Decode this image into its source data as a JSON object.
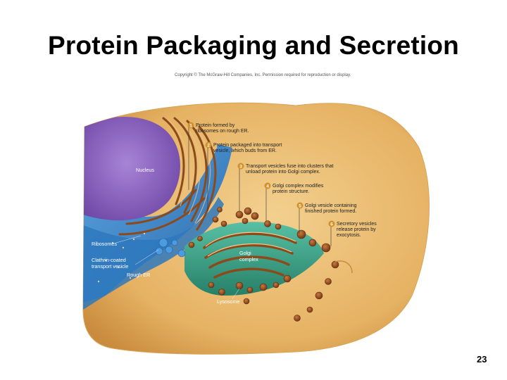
{
  "slide": {
    "title": "Protein Packaging and Secretion",
    "copyright": "Copyright © The McGraw-Hill Companies, Inc. Permission required for reproduction or display.",
    "page_number": "23"
  },
  "labels": {
    "nucleus": "Nucleus",
    "ribosomes": "Ribosomes",
    "clathrin_1": "Clathrin-coated",
    "clathrin_2": "transport vesicle",
    "rough_er": "Rough ER",
    "golgi_1": "Golgi",
    "golgi_2": "complex",
    "lysosome": "Lysosome"
  },
  "steps": [
    {
      "num": "1",
      "lines": [
        "Protein formed by",
        "ribosomes on rough ER."
      ]
    },
    {
      "num": "2",
      "lines": [
        "Protein packaged into transport",
        "vesicle, which buds from ER."
      ]
    },
    {
      "num": "3",
      "lines": [
        "Transport vesicles fuse into clusters that",
        "unload protein into Golgi complex."
      ]
    },
    {
      "num": "4",
      "lines": [
        "Golgi complex modifies",
        "protein structure."
      ]
    },
    {
      "num": "5",
      "lines": [
        "Golgi vesicle containing",
        "finished protein formed."
      ]
    },
    {
      "num": "6",
      "lines": [
        "Secretory vesicles",
        "release protein by",
        "exocytosis."
      ]
    }
  ],
  "colors": {
    "cytoplasm": "#e8b464",
    "nucleus": "#8a5cc0",
    "er_blue": "#3f86c9",
    "golgi_teal": "#3aa38a",
    "vesicle_brown": "#9a4d1e",
    "step_circle": "#d4912a"
  }
}
